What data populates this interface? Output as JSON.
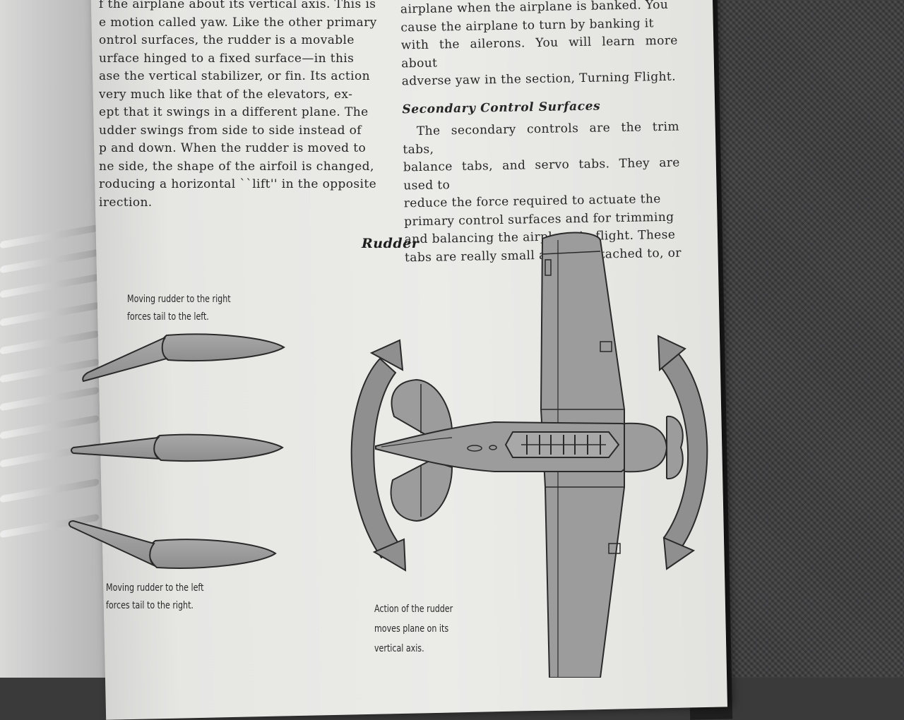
{
  "left_column": {
    "lines": [
      "f the airplane about its vertical axis. This is",
      "e motion called yaw. Like the other primary",
      "ontrol surfaces, the rudder is a movable",
      "urface hinged to a fixed surface—in this",
      "ase the vertical stabilizer, or fin. Its action",
      "very much like that of the elevators, ex-",
      "ept that it swings in a different plane. The",
      "udder swings from side to side instead of",
      "p and down. When the rudder is moved to",
      "ne side, the shape of the airfoil is changed,",
      "roducing a horizontal ``lift'' in the opposite",
      "irection."
    ]
  },
  "right_column": {
    "lines_top": [
      "airplane when the airplane is banked. You",
      "cause the airplane to turn by banking it",
      "with the ailerons. You will learn more about",
      "adverse yaw in the section, Turning Flight."
    ],
    "section_heading": "Secondary Control Surfaces",
    "lines_bottom": [
      "The secondary controls are the trim tabs,",
      "balance tabs, and servo tabs. They are used to",
      "reduce the force required to actuate the",
      "primary control surfaces and for trimming",
      "and balancing the airplane in flight. These",
      "tabs are really small airfoils attached to, or"
    ]
  },
  "figure": {
    "title": "Rudder",
    "caption_right_line1": "Moving rudder to the right",
    "caption_right_line2": "forces tail to the left.",
    "caption_left_line1": "Moving rudder to the left",
    "caption_left_line2": "forces tail to the right.",
    "caption_action_line1": "Action of the rudder",
    "caption_action_line2": "moves plane on its",
    "caption_action_line3": "vertical axis."
  },
  "colors": {
    "page": "#ebebe8",
    "ink": "#262626",
    "plane_gray": "#9c9c9c",
    "arrow_gray": "#8f8f8f",
    "background": "#3c3c3d"
  }
}
